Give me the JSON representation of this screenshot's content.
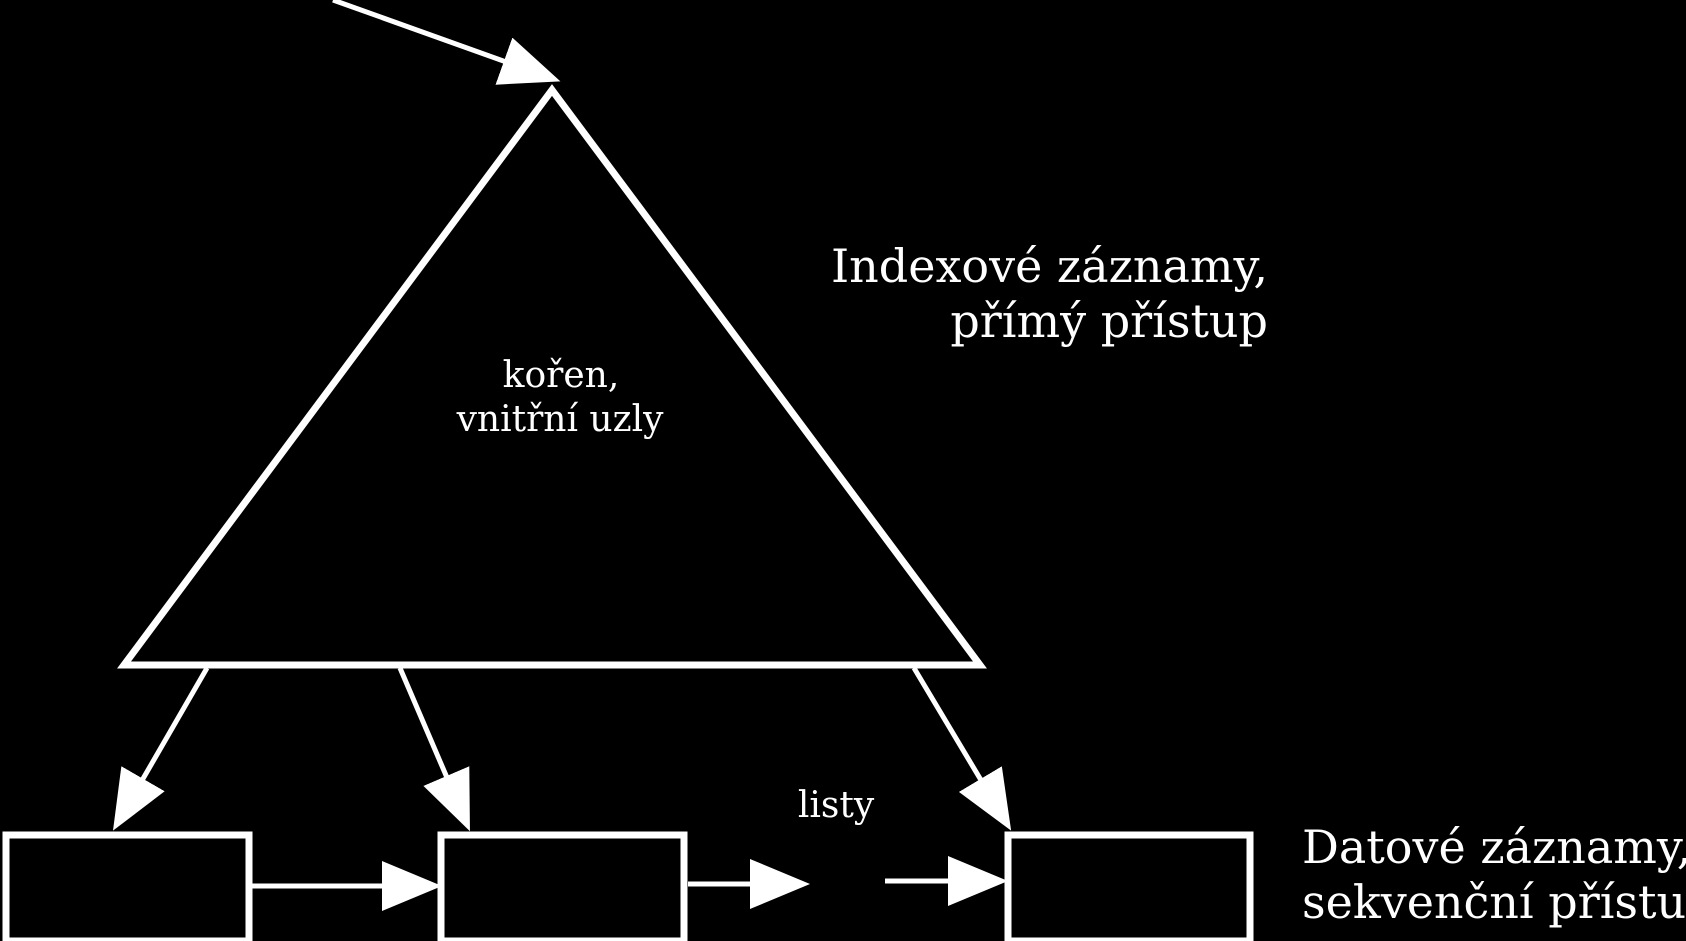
{
  "diagram": {
    "inner_label": {
      "line1": "kořen,",
      "line2": "vnitřní uzly"
    },
    "index_label": {
      "line1": "Indexové záznamy,",
      "line2": "přímý přístup"
    },
    "leaf_label": "listy",
    "data_label": {
      "line1": "Datové záznamy,",
      "line2": "sekvenční přístup"
    },
    "colors": {
      "background": "#000000",
      "stroke": "#ffffff"
    }
  }
}
